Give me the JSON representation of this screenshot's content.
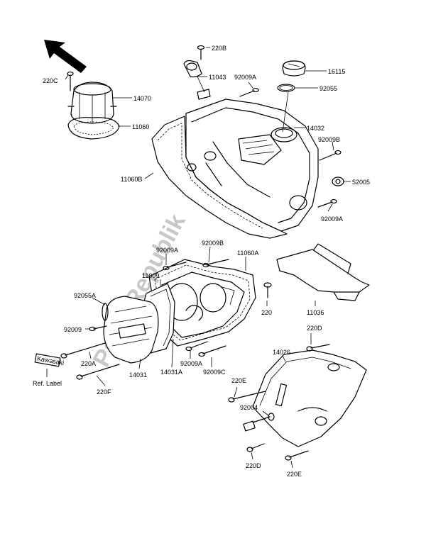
{
  "watermark": "Parts Republik",
  "ref_label_tag": "Kawasaki",
  "callouts": {
    "c220B_top": "220B",
    "c220C": "220C",
    "c14070": "14070",
    "c11060": "11060",
    "c11043": "11043",
    "c92009A_top": "92009A",
    "c16115": "16115",
    "c92055": "92055",
    "c14032": "14032",
    "c92009B_right": "92009B",
    "c52005": "52005",
    "c92009A_right": "92009A",
    "c11060B": "11060B",
    "c92009A_mid": "92009A",
    "c92009B_mid": "92009B",
    "c11060A": "11060A",
    "c11009": "11009",
    "c92055A": "92055A",
    "c92009_left": "92009",
    "c220A": "220A",
    "c220F": "220F",
    "c14031": "14031",
    "c14031A": "14031A",
    "c92009A_low": "92009A",
    "c92009C": "92009C",
    "c220_mid": "220",
    "c11036": "11036",
    "c220D_top": "220D",
    "c14026": "14026",
    "c220E_left": "220E",
    "c92004": "92004",
    "c220D_low": "220D",
    "c220E_low": "220E",
    "ref_label": "Ref. Label"
  }
}
